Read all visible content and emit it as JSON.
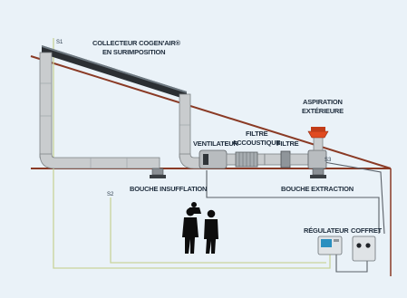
{
  "labels": {
    "collector_line1": "COLLECTEUR COGEN'AIR®",
    "collector_line2": "EN SURIMPOSITION",
    "aspiration_line1": "ASPIRATION",
    "aspiration_line2": "EXTÉRIEURE",
    "filtre_acoustique_line1": "FILTRE",
    "filtre_acoustique_line2": "ACCOUSTIQUE",
    "ventilateur": "VENTILATEUR",
    "filtre": "FILTRE",
    "bouche_insufflation": "BOUCHE INSUFFLATION",
    "bouche_extraction": "BOUCHE EXTRACTION",
    "regulateur": "RÉGULATEUR",
    "coffret": "COFFRET"
  },
  "sensors": {
    "s1": "S1",
    "s2": "S2",
    "s3": "S3"
  },
  "colors": {
    "background": "#eaf2f8",
    "roof_line": "#8a3a25",
    "duct_fill": "#c9ccce",
    "duct_stroke": "#7d8285",
    "sensor_wire": "#c9d49a",
    "control_wire": "#5a6068",
    "collector": "#2b2f33",
    "nozzle": "#e04a20"
  }
}
